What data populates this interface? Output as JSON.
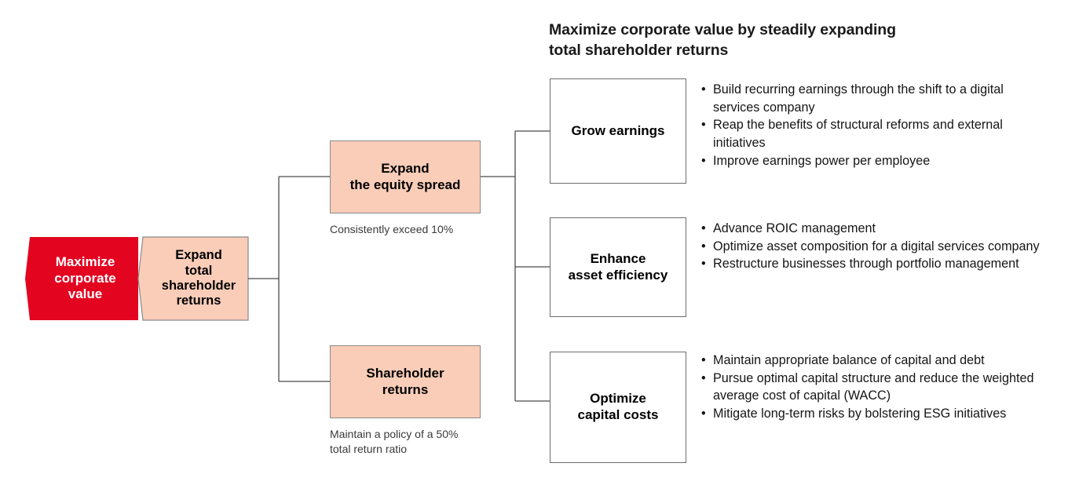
{
  "headline": {
    "text": "Maximize corporate value by steadily expanding\ntotal shareholder returns"
  },
  "colors": {
    "red": "#E30520",
    "peach": "#F9CDB8",
    "peach_border": "#8a8a8a",
    "box_border": "#6d6d6d",
    "connector": "#4a4a4a",
    "text": "#000000",
    "caption_text": "#3a3a3a",
    "red_text": "#ffffff"
  },
  "root": {
    "red_label": "Maximize\ncorporate\nvalue",
    "peach_label": "Expand\ntotal\nshareholder\nreturns"
  },
  "drivers": [
    {
      "label": "Expand\nthe equity spread",
      "caption": "Consistently exceed 10%"
    },
    {
      "label": "Shareholder\nreturns",
      "caption": "Maintain a policy of a 50%\ntotal return ratio"
    }
  ],
  "outcomes": [
    {
      "label": "Grow earnings",
      "bullets": [
        "Build recurring earnings through the shift to a digital services company",
        "Reap the benefits of structural reforms and external initiatives",
        "Improve earnings power per employee"
      ]
    },
    {
      "label": "Enhance\nasset efficiency",
      "bullets": [
        "Advance ROIC management",
        "Optimize asset composition for a digital services company",
        "Restructure businesses through portfolio management"
      ]
    },
    {
      "label": "Optimize\ncapital costs",
      "bullets": [
        "Maintain appropriate balance of capital and debt",
        "Pursue optimal capital structure and reduce the weighted average cost of capital (WACC)",
        "Mitigate long-term risks by bolstering ESG initiatives"
      ]
    }
  ]
}
